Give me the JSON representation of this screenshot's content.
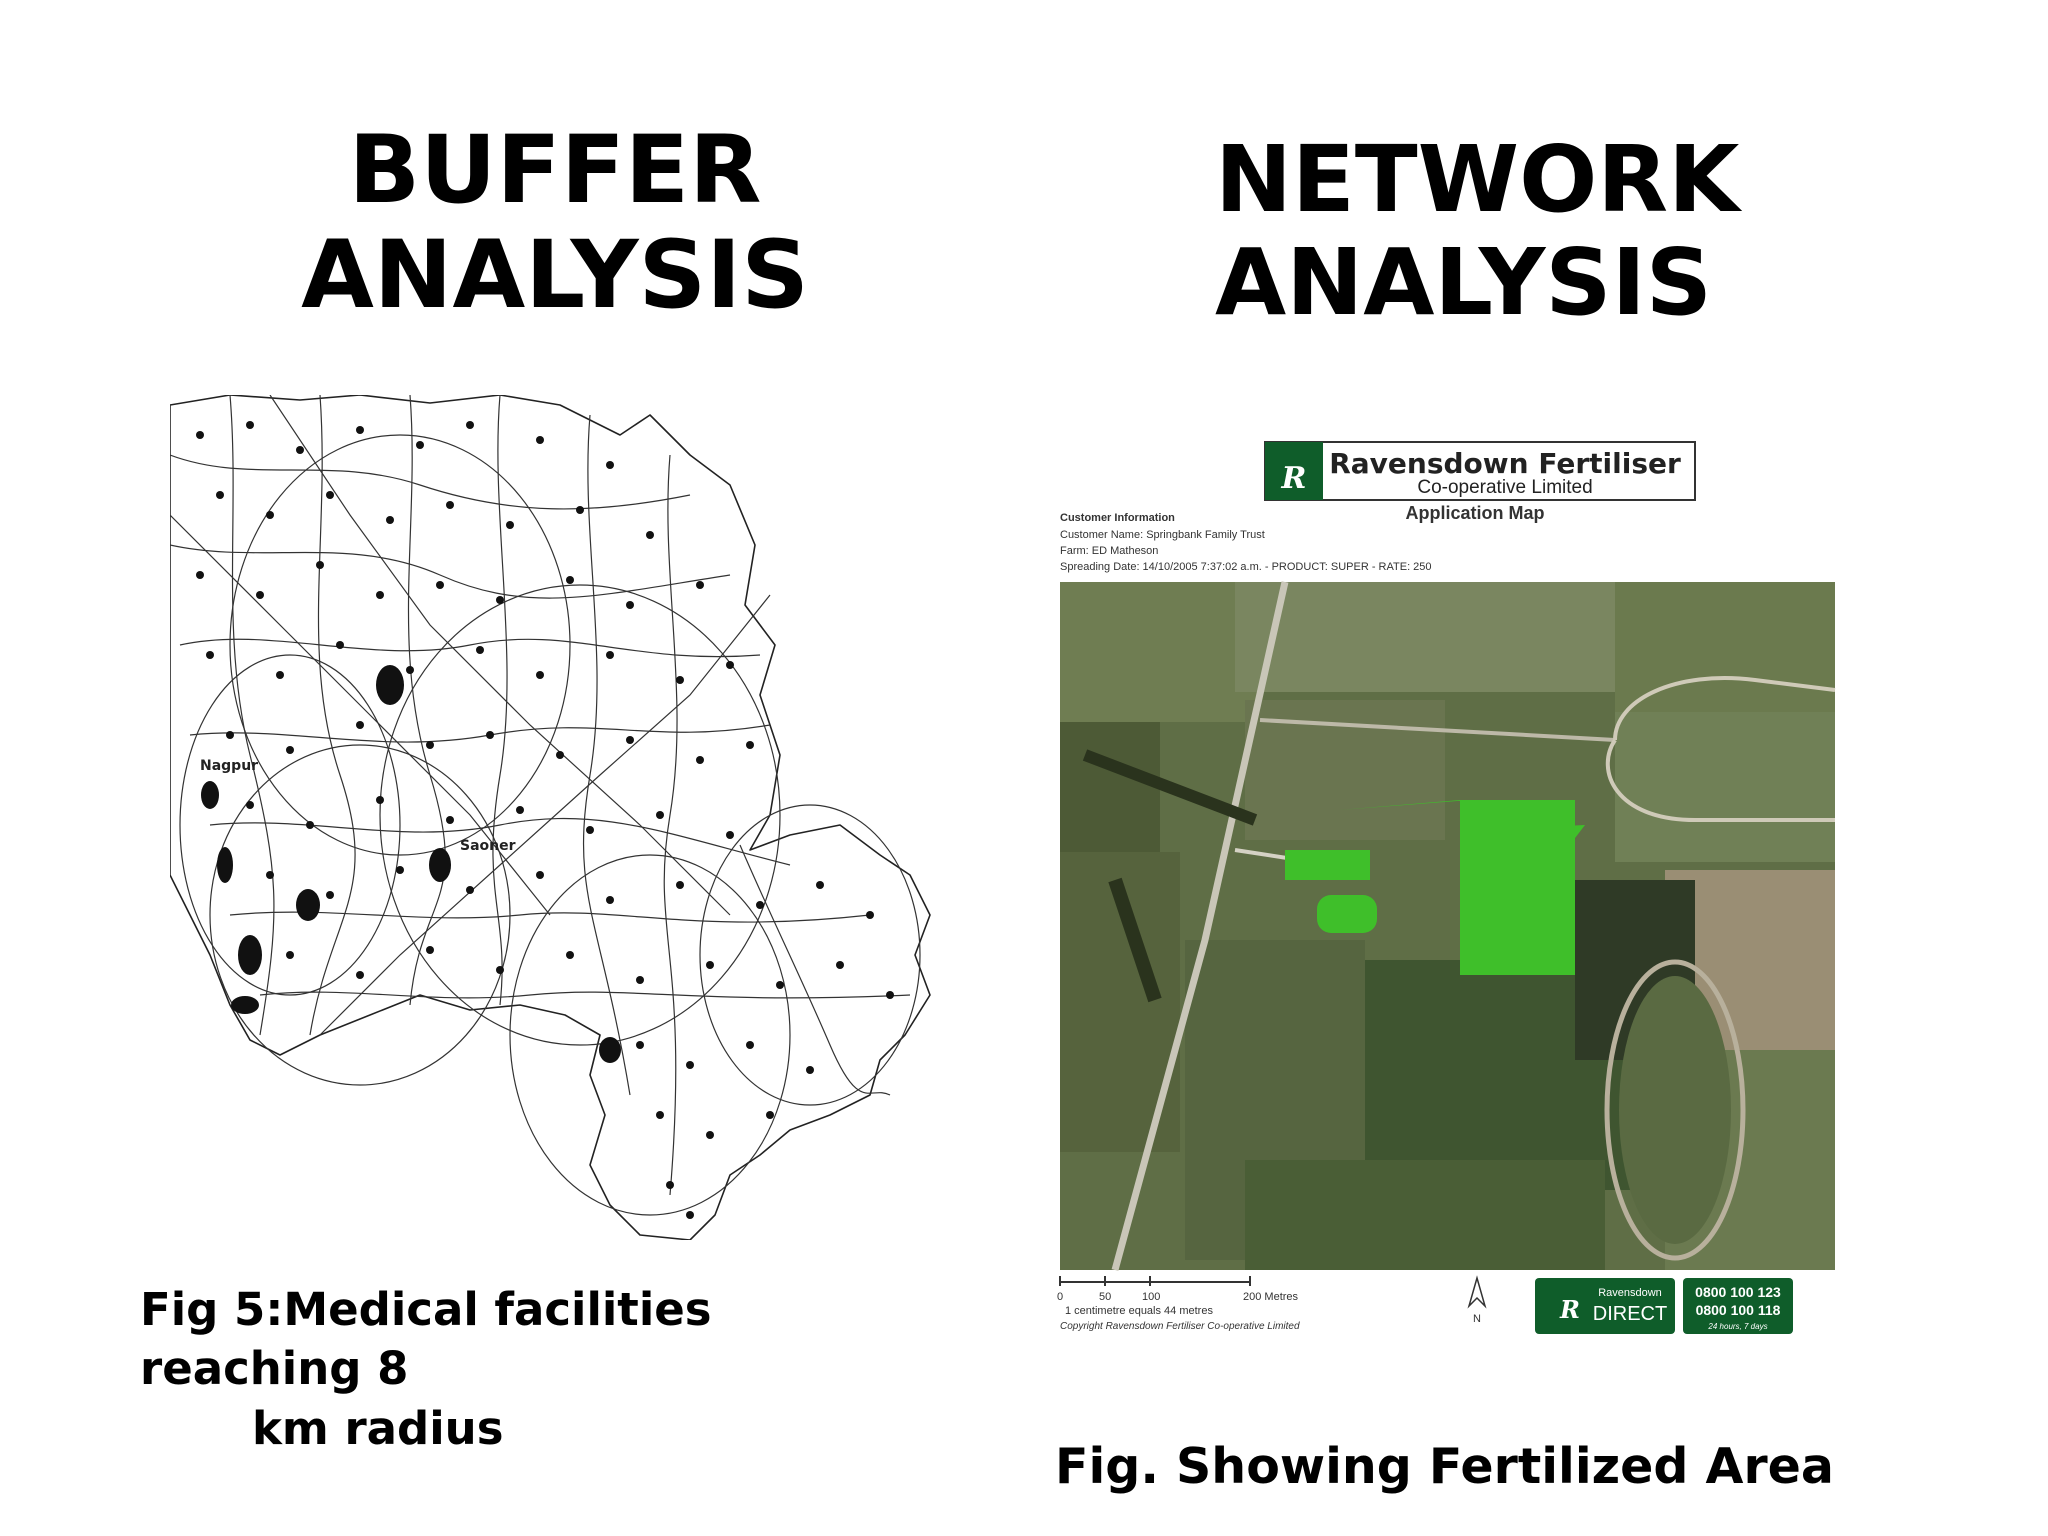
{
  "left": {
    "heading_line1": "BUFFER",
    "heading_line2": "ANALYSIS",
    "caption_line1": "Fig 5:Medical facilities reaching 8",
    "caption_line2": "km radius",
    "map_labels": [
      "Nagpur",
      "Saoner"
    ]
  },
  "right": {
    "heading_line1": "NETWORK",
    "heading_line2": "ANALYSIS",
    "caption": "Fig. Showing Fertilized Area",
    "map": {
      "brand_title": "Ravensdown Fertiliser",
      "brand_subtitle": "Co-operative Limited",
      "map_title": "Application Map",
      "customer_heading": "Customer Information",
      "customer_name": "Customer Name: Springbank Family Trust",
      "farm": "Farm: ED Matheson",
      "spreading": "Spreading Date: 14/10/2005 7:37:02 a.m. - PRODUCT: SUPER - RATE: 250",
      "scale_ticks": [
        "0",
        "50",
        "100",
        "200 Metres"
      ],
      "scale_note": "1 centimetre equals 44 metres",
      "copyright": "Copyright Ravensdown Fertiliser Co-operative Limited",
      "north": "N",
      "direct_small": "Ravensdown",
      "direct_big": "DIRECT",
      "phone1": "0800 100 123",
      "phone2": "0800 100 118",
      "hours": "24 hours, 7 days"
    }
  },
  "colors": {
    "fertilized_green": "#3fbf2a",
    "field_dark": "#4a5a3a",
    "field_light": "#7c8a64",
    "badge_green": "#0f5d2a"
  }
}
